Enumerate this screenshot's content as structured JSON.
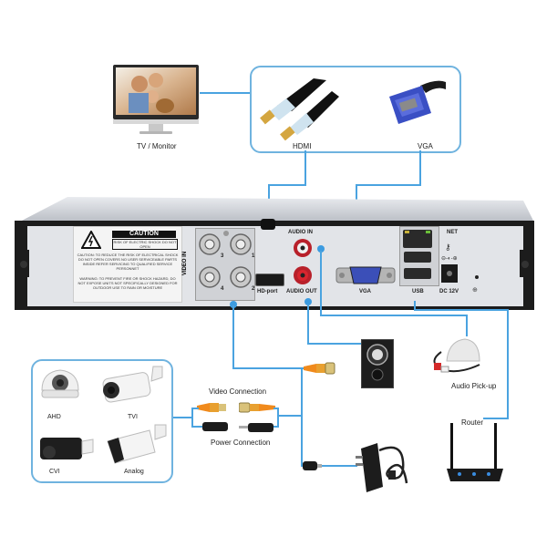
{
  "title": "DVR Connection Diagram",
  "top": {
    "monitor_label": "TV / Monitor",
    "hdmi_label": "HDMI",
    "vga_label": "VGA"
  },
  "dvr": {
    "caution_title": "CAUTION",
    "caution_sub": "RISK OF ELECTRIC SHOCK DO NOT OPEN",
    "caution_text_1": "CAUTION: TO REDUCE THE RISK OF ELECTRICAL SHOCK DO NOT OPEN COVERS NO USER SERVICEABLE PARTS INSIDE REFER SERVICING TO QUALIFIED SERVICE PERSONNET",
    "caution_text_2": "WARNING: TO PREVENT FIRE OR SHOCK HAZARD, DO NOT EXPOSE UNITS NOT SPECIFICALLY DESIGNED FOR OUTDOOR USE TO RAIN OR MOISTURE",
    "video_in_label": "VIDEO IN",
    "bnc_numbers": [
      "3",
      "1",
      "4",
      "2"
    ],
    "hd_port_label": "HD-port",
    "audio_in_label": "AUDIO IN",
    "audio_out_label": "AUDIO OUT",
    "vga_port_label": "VGA",
    "usb_label": "USB",
    "net_label": "NET",
    "dc_label": "DC 12V"
  },
  "bottom": {
    "cameras": [
      {
        "label": "AHD"
      },
      {
        "label": "TVI"
      },
      {
        "label": "CVI"
      },
      {
        "label": "Analog"
      }
    ],
    "video_connection_label": "Video Connection",
    "power_connection_label": "Power Connection",
    "audio_pickup_label": "Audio Pick-up",
    "router_label": "Router"
  },
  "colors": {
    "line": "#4aa3e0",
    "box_border": "#6fb3df",
    "dvr_case": "#1c1c1c",
    "dvr_panel": "#e2e4e8"
  }
}
